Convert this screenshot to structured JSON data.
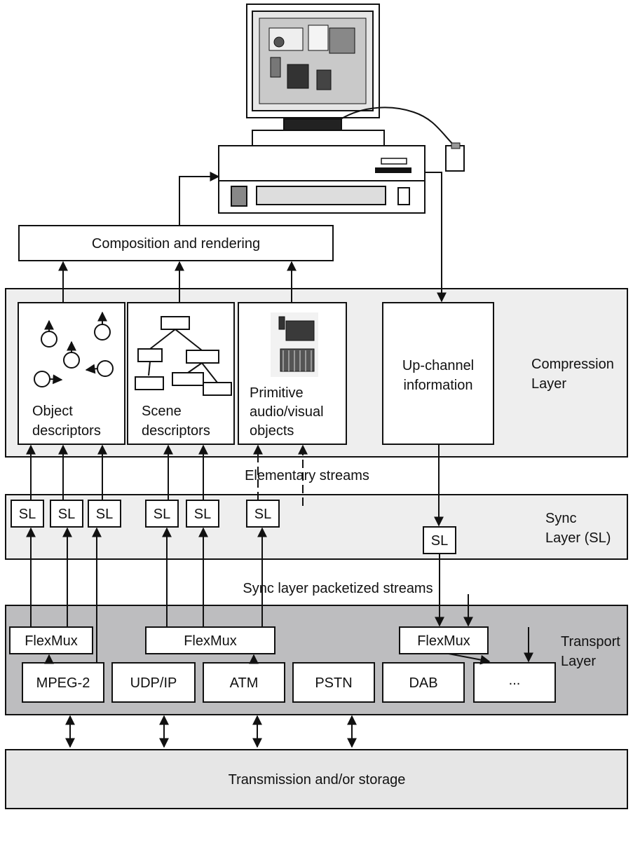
{
  "composition": {
    "label": "Composition and rendering"
  },
  "compression": {
    "layer_label_line1": "Compression",
    "layer_label_line2": "Layer",
    "object_descriptors": {
      "line1": "Object",
      "line2": "descriptors"
    },
    "scene_descriptors": {
      "line1": "Scene",
      "line2": "descriptors"
    },
    "primitive_objects": {
      "line1": "Primitive",
      "line2": "audio/visual",
      "line3": "objects"
    },
    "upchannel": {
      "line1": "Up-channel",
      "line2": "information"
    }
  },
  "elementary_streams": "Elementary streams",
  "sync": {
    "layer_label_line1": "Sync",
    "layer_label_line2": "Layer (SL)",
    "sl_label": "SL"
  },
  "sync_packetized_streams": "Sync layer packetized streams",
  "transport": {
    "layer_label_line1": "Transport",
    "layer_label_line2": "Layer",
    "flexmux_label": "FlexMux",
    "protocols": [
      "MPEG-2",
      "UDP/IP",
      "ATM",
      "PSTN",
      "DAB",
      "..."
    ]
  },
  "transmission": {
    "label": "Transmission and/or storage"
  },
  "colors": {
    "compression_bg": "#eeeeee",
    "sync_bg": "#eeeeee",
    "transport_bg": "#bdbdbf",
    "transmission_bg": "#e6e6e6",
    "box_fill": "#ffffff",
    "line": "#111111"
  }
}
